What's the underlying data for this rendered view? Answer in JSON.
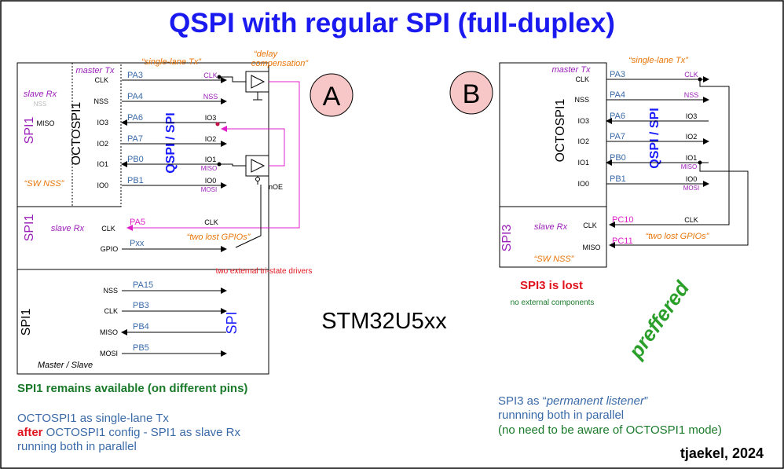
{
  "title": "QSPI with regular SPI (full-duplex)",
  "author": "tjaekel, 2024",
  "chip": "STM32U5xx",
  "colors": {
    "title": "#1a1af0",
    "orange": "#e8760a",
    "purple": "#9a1fb8",
    "blue": "#1a1aff",
    "steel": "#3a6aa8",
    "green": "#1a7a2a",
    "red": "#e0141e",
    "magenta": "#e020c8",
    "circle": "#f7c6c6"
  },
  "A": {
    "label": "A",
    "master_tx": "master Tx",
    "slave_rx": "slave Rx",
    "nss_gray": "NSS",
    "miso": "MISO",
    "spi1_a": "SPI1",
    "octospi": "OCTOSPI1",
    "sw_nss": "“SW NSS”",
    "single_lane": "“single-lane Tx”",
    "delay_comp_1": "“delay",
    "delay_comp_2": "compensation”",
    "qspi_spi": "QSPI / SPI",
    "left_pins": [
      "CLK",
      "NSS",
      "IO3",
      "IO2",
      "IO1",
      "IO0"
    ],
    "ports": [
      "PA3",
      "PA4",
      "PA6",
      "PA7",
      "PB0",
      "PB1"
    ],
    "sig_labels": [
      "CLK",
      "NSS",
      "IO3",
      "IO2",
      "IO1",
      "IO0"
    ],
    "miso_sub": "MISO",
    "mosi_sub": "MOSI",
    "noe": "nOE",
    "spi1_b": "SPI1",
    "slave_rx_b": "slave Rx",
    "clk_pin": "CLK",
    "gpio_pin": "GPIO",
    "pa5": "PA5",
    "pxx": "Pxx",
    "clk_sig": "CLK",
    "two_lost": "“two lost GPIOs”",
    "two_ext": "two external tri-state drivers",
    "spi1_c": "SPI1",
    "spi_pins": [
      "NSS",
      "CLK",
      "MISO",
      "MOSI"
    ],
    "spi_ports": [
      "PA15",
      "PB3",
      "PB4",
      "PB5"
    ],
    "spi_side": "SPI",
    "master_slave": "Master / Slave",
    "remains": "SPI1 remains available (on different pins)",
    "note1": "OCTOSPI1 as single-lane Tx",
    "note2_red": "after",
    "note2_rest": " OCTOSPI1 config - SPI1 as slave Rx",
    "note3": "running both in parallel"
  },
  "B": {
    "label": "B",
    "master_tx": "master Tx",
    "octospi": "OCTOSPI1",
    "single_lane": "“single-lane Tx”",
    "qspi_spi": "QSPI / SPI",
    "left_pins": [
      "CLK",
      "NSS",
      "IO3",
      "IO2",
      "IO1",
      "IO0"
    ],
    "ports": [
      "PA3",
      "PA4",
      "PA6",
      "PA7",
      "PB0",
      "PB1"
    ],
    "sig_labels": [
      "CLK",
      "NSS",
      "IO3",
      "IO2",
      "IO1",
      "IO0"
    ],
    "miso_sub": "MISO",
    "mosi_sub": "MOSI",
    "spi3": "SPI3",
    "slave_rx": "slave Rx",
    "sw_nss": "“SW NSS”",
    "clk_pin": "CLK",
    "miso_pin": "MISO",
    "pc10": "PC10",
    "pc11": "PC11",
    "clk_sig": "CLK",
    "two_lost": "“two lost GPIOs”",
    "lost": "SPI3 is lost",
    "no_ext": "no external components",
    "preffered": "preffered",
    "note1_a": "SPI3 as “",
    "note1_b": "permanent listener",
    "note1_c": "”",
    "note2": "runnning both in parallel",
    "note3": "(no need to be aware of OCTOSPI1 mode)"
  }
}
